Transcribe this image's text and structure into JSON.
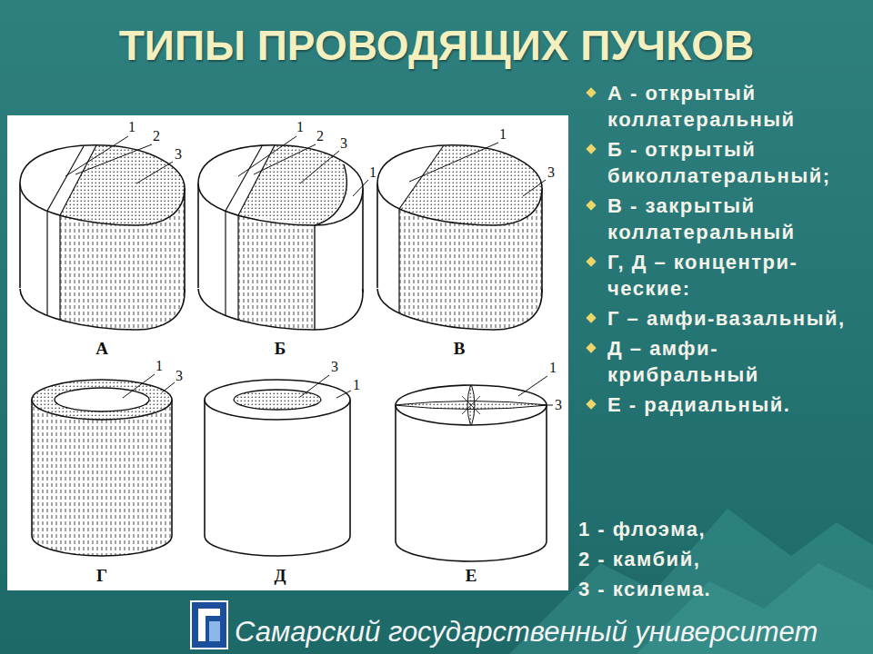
{
  "diagram": {
    "title": "ТИПЫ ПРОВОДЯЩИХ ПУЧКОВ",
    "labels": [
      "А - открытый коллатеральный",
      "Б - открытый биколлатеральный;",
      "В - закрытый коллатеральный",
      "Г, Д – концентри-ческие:",
      "Г – амфи-вазальный,",
      "Д – амфи-крибральный",
      "Е - радиальный.",
      "1 - флоэма,",
      "2 - камбий,",
      "3 - ксилема.",
      "1",
      "2",
      "3",
      "А",
      "1",
      "2",
      "3",
      "1",
      "Б",
      "1",
      "3",
      "В",
      "1",
      "3",
      "Г",
      "3",
      "1",
      "Д",
      "1",
      "3",
      "Е",
      "Самарский государственный университет"
    ]
  }
}
